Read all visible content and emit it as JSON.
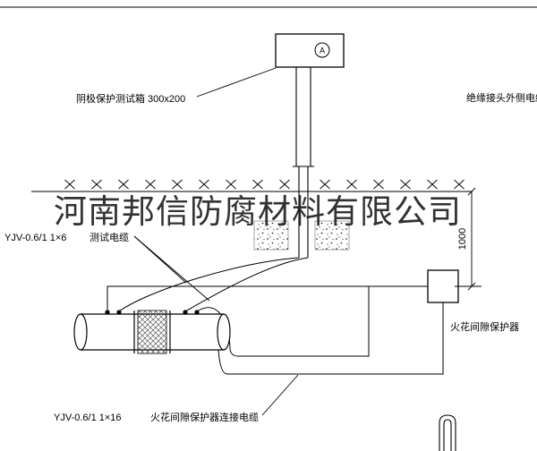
{
  "watermark": "河南邦信防腐材料有限公司",
  "test_box": {
    "label": "阴极保护测试箱 300x200",
    "meter_letter": "A"
  },
  "labels": {
    "insulated_joint_cable": "绝缘接头外侧电缆",
    "test_cable_spec": "YJV-0.6/1 1×6",
    "test_cable_name": "测试电缆",
    "spark_gap_protector": "火花间隙保护器",
    "connection_cable_spec": "YJV-0.6/1 1×16",
    "connection_cable_name": "火花间隙保护器连接电缆"
  },
  "dimension": {
    "value": "1000"
  },
  "colors": {
    "line": "#000000",
    "background": "#ffffff",
    "watermark": "#161616"
  }
}
